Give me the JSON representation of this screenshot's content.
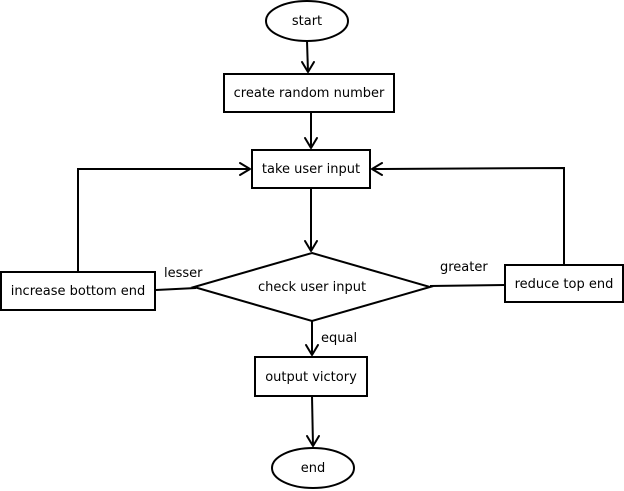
{
  "colors": {
    "line": "#000000",
    "fill": "#ffffff"
  },
  "nodes": {
    "start": "start",
    "create": "create random number",
    "input": "take user input",
    "check": "check user input",
    "increase": "increase bottom end",
    "reduce": "reduce top end",
    "victory": "output victory",
    "end": "end"
  },
  "edges": {
    "lesser": "lesser",
    "greater": "greater",
    "equal": "equal"
  }
}
